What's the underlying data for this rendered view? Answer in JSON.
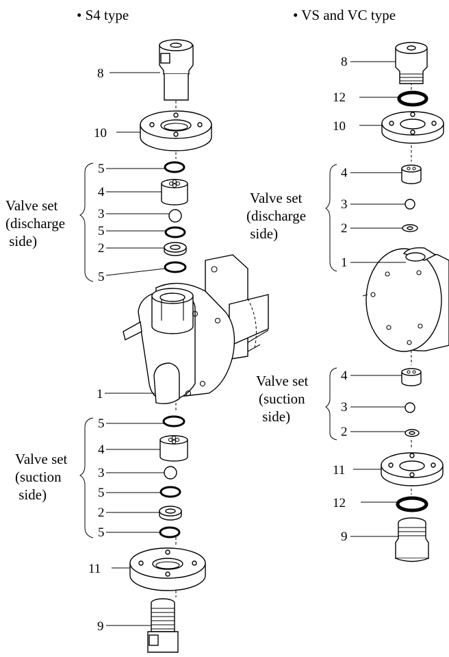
{
  "headings": {
    "s4": "• S4 type",
    "vs_vc": "• VS and VC type"
  },
  "group_labels": {
    "discharge": [
      "Valve set",
      "(discharge",
      " side)"
    ],
    "suction": [
      "Valve set",
      "(suction",
      " side)"
    ]
  },
  "s4_callouts": [
    "8",
    "10",
    "5",
    "4",
    "3",
    "5",
    "2",
    "5",
    "1",
    "5",
    "4",
    "3",
    "5",
    "2",
    "5",
    "11",
    "9"
  ],
  "vs_callouts": [
    "8",
    "12",
    "10",
    "4",
    "3",
    "2",
    "1",
    "4",
    "3",
    "2",
    "11",
    "12",
    "9"
  ]
}
